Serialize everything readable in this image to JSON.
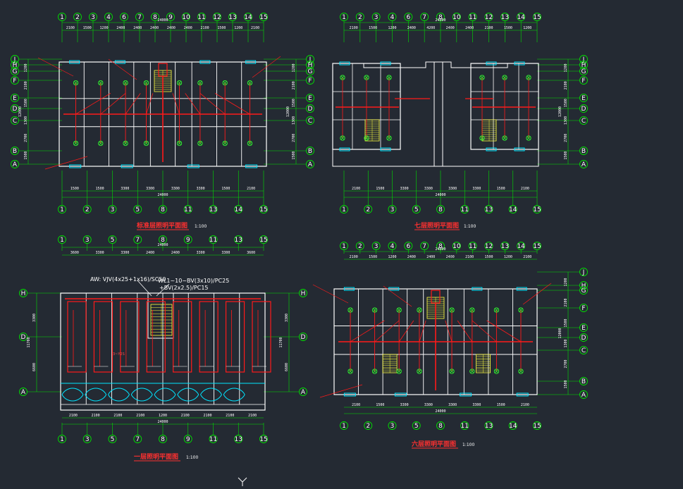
{
  "drawing_1": {
    "title": "标准层照明平面图",
    "scale": "1:100",
    "top_axes": [
      "1",
      "2",
      "3",
      "4",
      "6",
      "7",
      "8",
      "9",
      "10",
      "11",
      "12",
      "13",
      "14",
      "15"
    ],
    "top_dims": [
      "2100",
      "1500",
      "1200",
      "2400",
      "2400",
      "2400",
      "2400",
      "2400",
      "2100",
      "1500",
      "1200",
      "2100"
    ],
    "top_total": "24000",
    "bottom_axes": [
      "1",
      "2",
      "3",
      "5",
      "8",
      "11",
      "13",
      "14",
      "15"
    ],
    "bottom_dims": [
      "1500",
      "1500",
      "3300",
      "3300",
      "3300",
      "3300",
      "1500",
      "2100"
    ],
    "bottom_total": "24000",
    "left_axes": [
      "J",
      "H",
      "G",
      "F",
      "E",
      "D",
      "C",
      "B",
      "A"
    ],
    "right_axes": [
      "J",
      "H",
      "G",
      "F",
      "E",
      "D",
      "C",
      "B",
      "A"
    ],
    "side_dims": [
      "1200",
      "2100",
      "1500",
      "1300",
      "2700",
      "1500"
    ],
    "side_total": "12000"
  },
  "drawing_2": {
    "title": "七层照明平面图",
    "scale": "1:100",
    "top_axes": [
      "1",
      "2",
      "3",
      "4",
      "6",
      "7",
      "8",
      "10",
      "11",
      "12",
      "13",
      "14",
      "15"
    ],
    "top_dims": [
      "2100",
      "1500",
      "1200",
      "2400",
      "4200",
      "2400",
      "2400",
      "2100",
      "1500",
      "1200"
    ],
    "top_total": "24000",
    "bottom_axes": [
      "1",
      "2",
      "3",
      "5",
      "8",
      "11",
      "13",
      "14",
      "15"
    ],
    "bottom_dims": [
      "2100",
      "1500",
      "3300",
      "3300",
      "3300",
      "3300",
      "1500",
      "2100"
    ],
    "bottom_total": "24000",
    "right_axes": [
      "J",
      "H",
      "G",
      "F",
      "E",
      "D",
      "C",
      "B",
      "A"
    ],
    "side_dims": [
      "1200",
      "2100",
      "1500",
      "1300",
      "2700",
      "1500"
    ],
    "side_total": "12000"
  },
  "drawing_3": {
    "title": "一层照明平面图",
    "scale": "1:100",
    "top_axes": [
      "1",
      "3",
      "5",
      "7",
      "8",
      "9",
      "11",
      "13",
      "15"
    ],
    "top_dims": [
      "3600",
      "3300",
      "3300",
      "2400",
      "2400",
      "3300",
      "3300",
      "3600"
    ],
    "top_total": "24000",
    "bottom_axes": [
      "1",
      "3",
      "5",
      "7",
      "8",
      "9",
      "11",
      "13",
      "15"
    ],
    "bottom_dims": [
      "2100",
      "2100",
      "2100",
      "2100",
      "1200",
      "2100",
      "2100",
      "2100",
      "2100"
    ],
    "bottom_total": "24000",
    "left_axes": [
      "H",
      "D",
      "A"
    ],
    "right_axes": [
      "H",
      "D",
      "A"
    ],
    "side_dims": [
      "3300",
      "6600"
    ],
    "side_total": "11700",
    "notes": {
      "cable_in": "AW: VJV(4x25+1x16)/SC50",
      "branch_1": "WL1~10~BV(3x10)/PC25",
      "branch_2": "+BV(2x2.5)/PC15",
      "lamp": "3~Y2S"
    }
  },
  "drawing_4": {
    "title": "六层照明平面图",
    "scale": "1:100",
    "top_axes": [
      "1",
      "2",
      "3",
      "4",
      "6",
      "7",
      "8",
      "10",
      "11",
      "12",
      "13",
      "14",
      "15"
    ],
    "top_dims": [
      "2100",
      "1500",
      "1200",
      "2400",
      "2400",
      "2400",
      "2100",
      "1500",
      "1200",
      "2100"
    ],
    "top_total": "24000",
    "bottom_axes": [
      "1",
      "2",
      "3",
      "5",
      "8",
      "11",
      "13",
      "14",
      "15"
    ],
    "bottom_dims": [
      "2100",
      "1500",
      "3300",
      "3300",
      "3300",
      "3300",
      "1500",
      "2100"
    ],
    "bottom_total": "24000",
    "right_axes": [
      "J",
      "H",
      "G",
      "F",
      "E",
      "D",
      "C",
      "B",
      "A"
    ],
    "side_dims": [
      "1200",
      "2100",
      "1500",
      "1300",
      "2700",
      "1500"
    ],
    "side_total": "12000"
  },
  "ucs": "Y",
  "colors": {
    "background": "#242a33",
    "axis": "#00e000",
    "wall": "#ffffff",
    "wire": "#ff1a1a",
    "fixture": "#30ff30",
    "window": "#00e5ff",
    "stair": "#ffff40",
    "title": "#ff3030"
  }
}
